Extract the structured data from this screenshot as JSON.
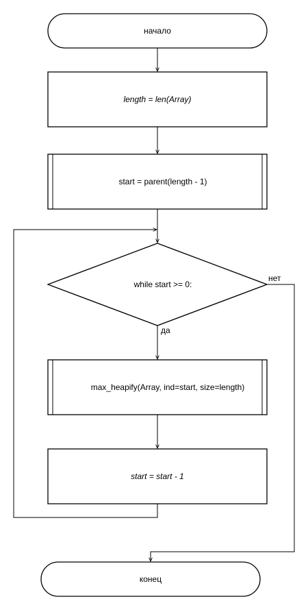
{
  "nodes": {
    "start": "начало",
    "length_assign": "length = len(Array)",
    "start_assign": "start = parent(length - 1)",
    "loop_condition": "while start >= 0:",
    "heapify_call": "max_heapify(Array, ind=start, size=length)",
    "decrement": "start = start - 1",
    "end": "конец"
  },
  "edges": {
    "yes_label": "да",
    "no_label": "нет"
  },
  "colors": {
    "stroke": "#000000",
    "fill": "#ffffff",
    "text": "#000000"
  }
}
